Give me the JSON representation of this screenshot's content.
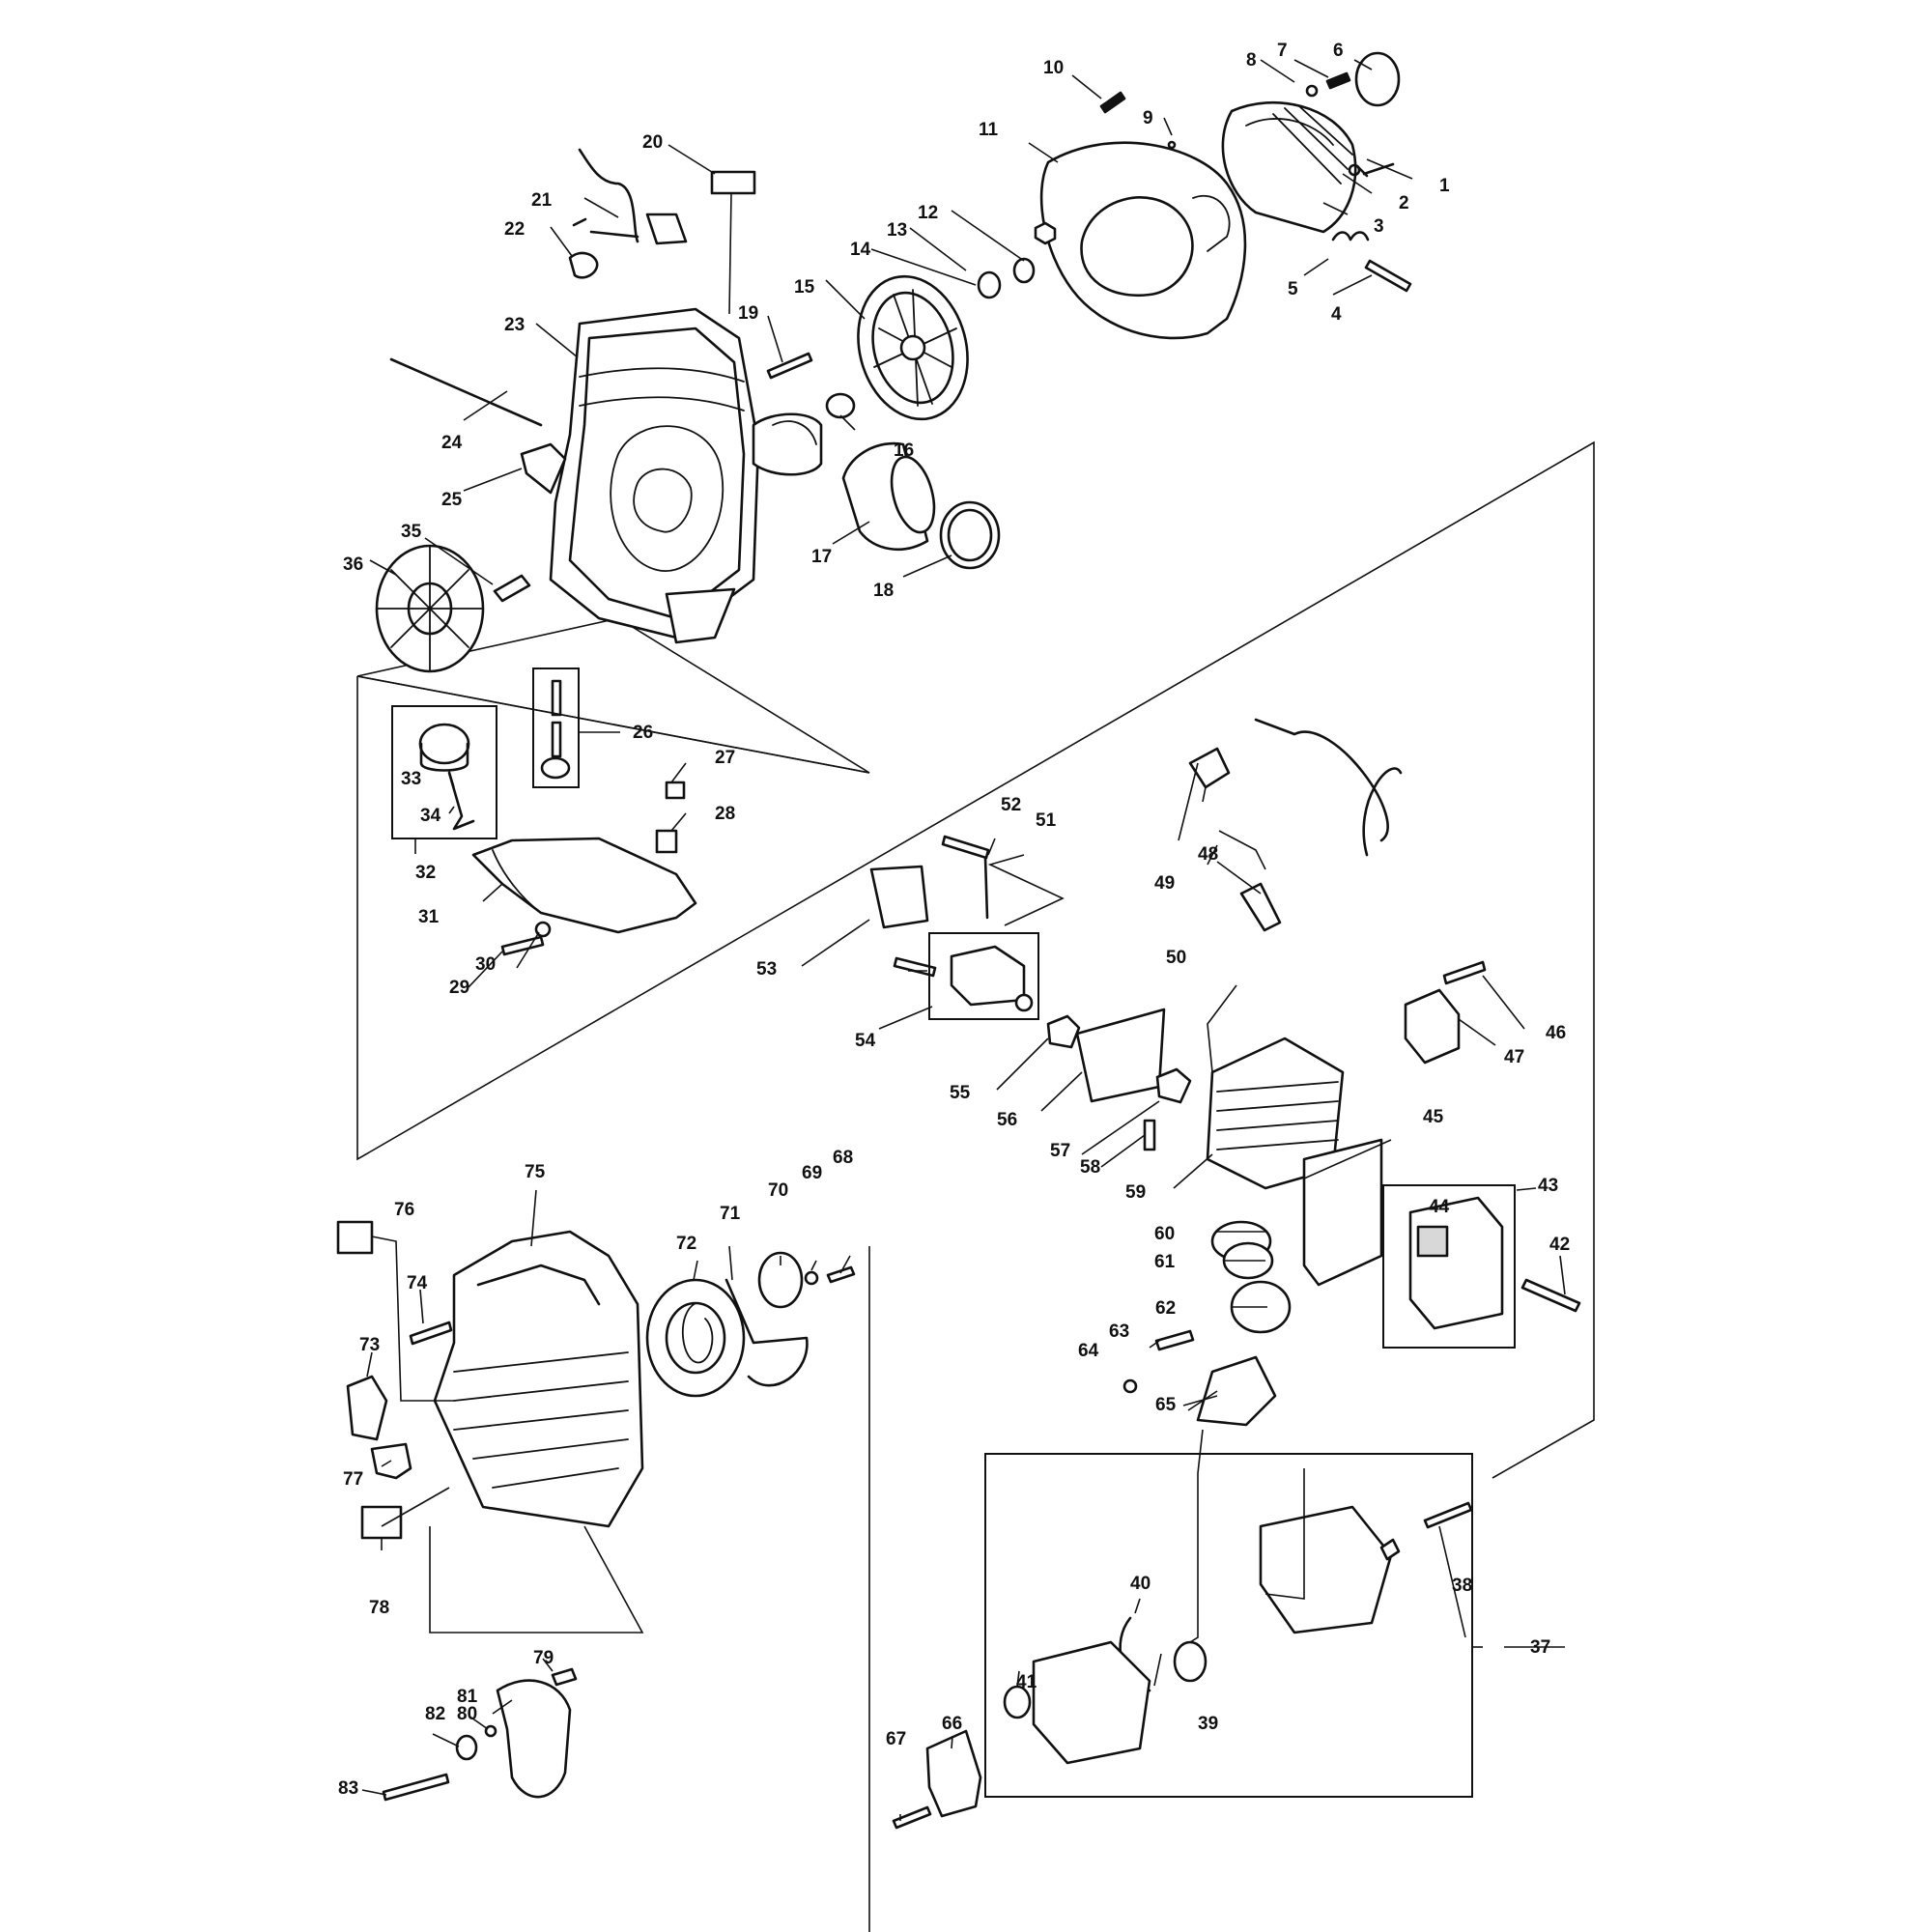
{
  "diagram": {
    "type": "exploded-parts-view",
    "labels": [
      {
        "id": "1",
        "text": "1"
      },
      {
        "id": "2",
        "text": "2"
      },
      {
        "id": "3",
        "text": "3"
      },
      {
        "id": "4",
        "text": "4"
      },
      {
        "id": "5",
        "text": "5"
      },
      {
        "id": "6",
        "text": "6"
      },
      {
        "id": "7",
        "text": "7"
      },
      {
        "id": "8",
        "text": "8"
      },
      {
        "id": "9",
        "text": "9"
      },
      {
        "id": "10",
        "text": "10"
      },
      {
        "id": "11",
        "text": "11"
      },
      {
        "id": "12",
        "text": "12"
      },
      {
        "id": "13",
        "text": "13"
      },
      {
        "id": "14",
        "text": "14"
      },
      {
        "id": "15",
        "text": "15"
      },
      {
        "id": "16",
        "text": "16"
      },
      {
        "id": "17",
        "text": "17"
      },
      {
        "id": "18",
        "text": "18"
      },
      {
        "id": "19",
        "text": "19"
      },
      {
        "id": "20",
        "text": "20"
      },
      {
        "id": "21",
        "text": "21"
      },
      {
        "id": "22",
        "text": "22"
      },
      {
        "id": "23",
        "text": "23"
      },
      {
        "id": "24",
        "text": "24"
      },
      {
        "id": "25",
        "text": "25"
      },
      {
        "id": "26",
        "text": "26"
      },
      {
        "id": "27",
        "text": "27"
      },
      {
        "id": "28",
        "text": "28"
      },
      {
        "id": "29",
        "text": "29"
      },
      {
        "id": "30",
        "text": "30"
      },
      {
        "id": "31",
        "text": "31"
      },
      {
        "id": "32",
        "text": "32"
      },
      {
        "id": "33",
        "text": "33"
      },
      {
        "id": "34",
        "text": "34"
      },
      {
        "id": "35",
        "text": "35"
      },
      {
        "id": "36",
        "text": "36"
      },
      {
        "id": "37",
        "text": "37"
      },
      {
        "id": "38",
        "text": "38"
      },
      {
        "id": "39",
        "text": "39"
      },
      {
        "id": "40",
        "text": "40"
      },
      {
        "id": "41",
        "text": "41"
      },
      {
        "id": "42",
        "text": "42"
      },
      {
        "id": "43",
        "text": "43"
      },
      {
        "id": "44",
        "text": "44"
      },
      {
        "id": "45",
        "text": "45"
      },
      {
        "id": "46",
        "text": "46"
      },
      {
        "id": "47",
        "text": "47"
      },
      {
        "id": "48",
        "text": "48"
      },
      {
        "id": "49",
        "text": "49"
      },
      {
        "id": "50",
        "text": "50"
      },
      {
        "id": "51",
        "text": "51"
      },
      {
        "id": "52",
        "text": "52"
      },
      {
        "id": "53",
        "text": "53"
      },
      {
        "id": "54",
        "text": "54"
      },
      {
        "id": "55",
        "text": "55"
      },
      {
        "id": "56",
        "text": "56"
      },
      {
        "id": "57",
        "text": "57"
      },
      {
        "id": "58",
        "text": "58"
      },
      {
        "id": "59",
        "text": "59"
      },
      {
        "id": "60",
        "text": "60"
      },
      {
        "id": "61",
        "text": "61"
      },
      {
        "id": "62",
        "text": "62"
      },
      {
        "id": "63",
        "text": "63"
      },
      {
        "id": "64",
        "text": "64"
      },
      {
        "id": "65",
        "text": "65"
      },
      {
        "id": "66",
        "text": "66"
      },
      {
        "id": "67",
        "text": "67"
      },
      {
        "id": "68",
        "text": "68"
      },
      {
        "id": "69",
        "text": "69"
      },
      {
        "id": "70",
        "text": "70"
      },
      {
        "id": "71",
        "text": "71"
      },
      {
        "id": "72",
        "text": "72"
      },
      {
        "id": "73",
        "text": "73"
      },
      {
        "id": "74",
        "text": "74"
      },
      {
        "id": "75",
        "text": "75"
      },
      {
        "id": "76",
        "text": "76"
      },
      {
        "id": "77",
        "text": "77"
      },
      {
        "id": "78",
        "text": "78"
      },
      {
        "id": "79",
        "text": "79"
      },
      {
        "id": "80",
        "text": "80"
      },
      {
        "id": "81",
        "text": "81"
      },
      {
        "id": "82",
        "text": "82"
      },
      {
        "id": "83",
        "text": "83"
      }
    ]
  }
}
